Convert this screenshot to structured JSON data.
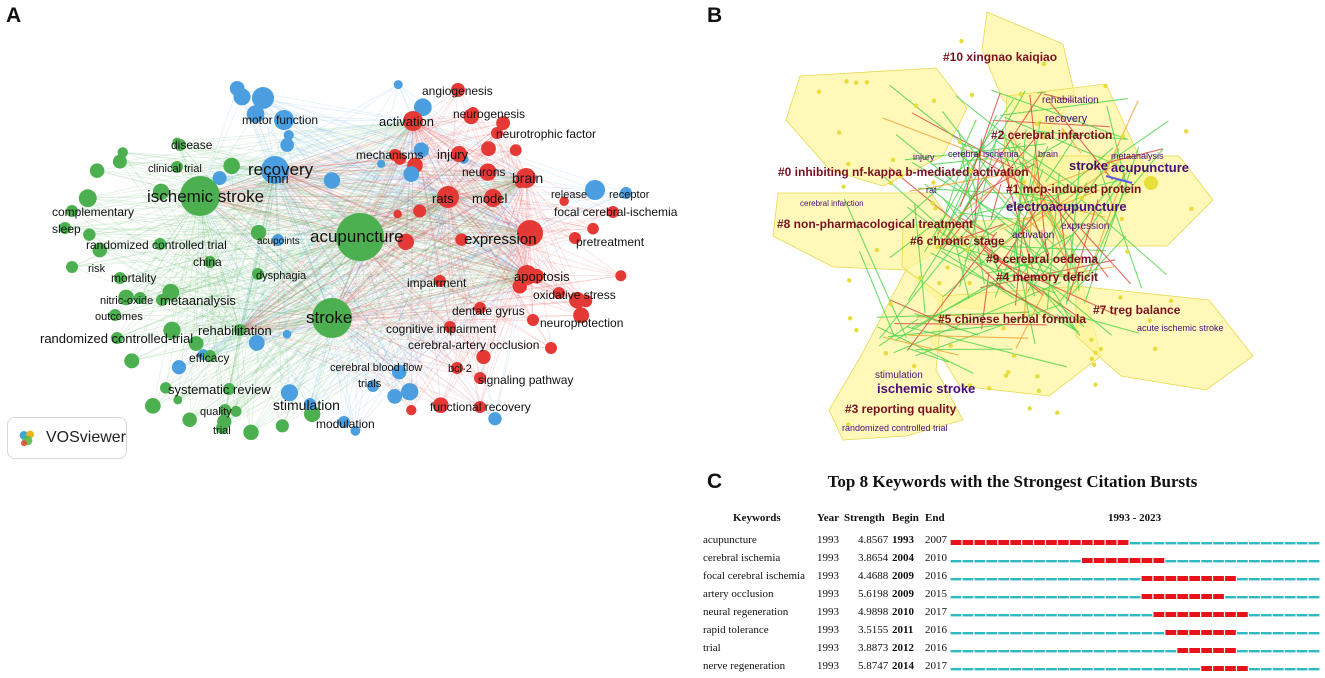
{
  "panels": {
    "a": "A",
    "b": "B",
    "c": "C"
  },
  "vosviewer": {
    "logo_text": "VOSviewer"
  },
  "network_a": {
    "clusters": [
      {
        "color": "#4caf50"
      },
      {
        "color": "#e53935"
      },
      {
        "color": "#4b9fe0"
      }
    ],
    "labels": [
      {
        "text": "fmri",
        "cluster": 2
      },
      {
        "text": "motor function",
        "cluster": 2
      },
      {
        "text": "recovery",
        "cluster": 2
      },
      {
        "text": "acupoints",
        "cluster": 2
      },
      {
        "text": "cerebral blood flow",
        "cluster": 2
      },
      {
        "text": "trials",
        "cluster": 2
      },
      {
        "text": "stimulation",
        "cluster": 2
      },
      {
        "text": "modulation",
        "cluster": 2
      },
      {
        "text": "release",
        "cluster": 2
      },
      {
        "text": "receptor",
        "cluster": 2
      },
      {
        "text": "disease",
        "cluster": 0
      },
      {
        "text": "clinical trial",
        "cluster": 0
      },
      {
        "text": "ischemic stroke",
        "cluster": 0
      },
      {
        "text": "complementary",
        "cluster": 0
      },
      {
        "text": "sleep",
        "cluster": 0
      },
      {
        "text": "randomized controlled trial",
        "cluster": 0
      },
      {
        "text": "risk",
        "cluster": 0
      },
      {
        "text": "china",
        "cluster": 0
      },
      {
        "text": "mortality",
        "cluster": 0
      },
      {
        "text": "dysphagia",
        "cluster": 0
      },
      {
        "text": "nitric-oxide",
        "cluster": 0
      },
      {
        "text": "metaanalysis",
        "cluster": 0
      },
      {
        "text": "outcomes",
        "cluster": 0
      },
      {
        "text": "rehabilitation",
        "cluster": 0
      },
      {
        "text": "randomized controlled-trial",
        "cluster": 0
      },
      {
        "text": "efficacy",
        "cluster": 0
      },
      {
        "text": "systematic review",
        "cluster": 0
      },
      {
        "text": "quality",
        "cluster": 0
      },
      {
        "text": "trial",
        "cluster": 0
      },
      {
        "text": "acupuncture",
        "cluster": 0
      },
      {
        "text": "stroke",
        "cluster": 0
      },
      {
        "text": "angiogenesis",
        "cluster": 1
      },
      {
        "text": "neurogenesis",
        "cluster": 1
      },
      {
        "text": "activation",
        "cluster": 1
      },
      {
        "text": "neurotrophic factor",
        "cluster": 1
      },
      {
        "text": "mechanisms",
        "cluster": 1
      },
      {
        "text": "injury",
        "cluster": 1
      },
      {
        "text": "neurons",
        "cluster": 1
      },
      {
        "text": "brain",
        "cluster": 1
      },
      {
        "text": "rats",
        "cluster": 1
      },
      {
        "text": "model",
        "cluster": 1
      },
      {
        "text": "focal cerebral-ischemia",
        "cluster": 1
      },
      {
        "text": "expression",
        "cluster": 1
      },
      {
        "text": "pretreatment",
        "cluster": 1
      },
      {
        "text": "apoptosis",
        "cluster": 1
      },
      {
        "text": "impairment",
        "cluster": 1
      },
      {
        "text": "oxidative stress",
        "cluster": 1
      },
      {
        "text": "dentate gyrus",
        "cluster": 1
      },
      {
        "text": "neuroprotection",
        "cluster": 1
      },
      {
        "text": "cognitive impairment",
        "cluster": 1
      },
      {
        "text": "cerebral-artery occlusion",
        "cluster": 1
      },
      {
        "text": "bcl-2",
        "cluster": 1
      },
      {
        "text": "signaling pathway",
        "cluster": 1
      },
      {
        "text": "functional recovery",
        "cluster": 1
      }
    ]
  },
  "network_b": {
    "clusters": [
      {
        "text": "#10 xingnao kaiqiao"
      },
      {
        "text": "#2 cerebral infarction"
      },
      {
        "text": "#0 inhibiting nf-kappa b-mediated activation"
      },
      {
        "text": "#1 mcp-induced protein"
      },
      {
        "text": "#8 non-pharmacological treatment"
      },
      {
        "text": "#6 chronic stage"
      },
      {
        "text": "#9 cerebral oedema"
      },
      {
        "text": "#4 memory deficit"
      },
      {
        "text": "#7 treg balance"
      },
      {
        "text": "#5 chinese herbal formula"
      },
      {
        "text": "#3 reporting quality"
      }
    ],
    "keywords": [
      {
        "text": "rehabilitation"
      },
      {
        "text": "recovery"
      },
      {
        "text": "injury"
      },
      {
        "text": "cerebral ischemia"
      },
      {
        "text": "brain"
      },
      {
        "text": "stroke"
      },
      {
        "text": "metaanalysis"
      },
      {
        "text": "acupuncture"
      },
      {
        "text": "rat"
      },
      {
        "text": "cerebral infarction"
      },
      {
        "text": "electroacupuncture"
      },
      {
        "text": "expression"
      },
      {
        "text": "activation"
      },
      {
        "text": "acute ischemic stroke"
      },
      {
        "text": "stimulation"
      },
      {
        "text": "ischemic stroke"
      },
      {
        "text": "randomized controlled trial"
      }
    ],
    "colors": {
      "hull": "#fff59d",
      "cluster_label": "#7b1020",
      "keyword_label": "#4a0e78"
    }
  },
  "chart_data": {
    "type": "table",
    "title": "Top 8 Keywords with the Strongest Citation Bursts",
    "columns": [
      "Keywords",
      "Year",
      "Strength",
      "Begin",
      "End",
      "1993 - 2023"
    ],
    "range": [
      1993,
      2023
    ],
    "colors": {
      "burst": "#e8121b",
      "normal": "#2fb9c0"
    },
    "rows": [
      {
        "keyword": "acupuncture",
        "year": 1993,
        "strength": "4.8567",
        "begin": 1993,
        "end": 2007
      },
      {
        "keyword": "cerebral ischemia",
        "year": 1993,
        "strength": "3.8654",
        "begin": 2004,
        "end": 2010
      },
      {
        "keyword": "focal cerebral ischemia",
        "year": 1993,
        "strength": "4.4688",
        "begin": 2009,
        "end": 2016
      },
      {
        "keyword": "artery occlusion",
        "year": 1993,
        "strength": "5.6198",
        "begin": 2009,
        "end": 2015
      },
      {
        "keyword": "neural regeneration",
        "year": 1993,
        "strength": "4.9898",
        "begin": 2010,
        "end": 2017
      },
      {
        "keyword": "rapid tolerance",
        "year": 1993,
        "strength": "3.5155",
        "begin": 2011,
        "end": 2016
      },
      {
        "keyword": "trial",
        "year": 1993,
        "strength": "3.8873",
        "begin": 2012,
        "end": 2016
      },
      {
        "keyword": "nerve regeneration",
        "year": 1993,
        "strength": "5.8747",
        "begin": 2014,
        "end": 2017
      }
    ]
  }
}
